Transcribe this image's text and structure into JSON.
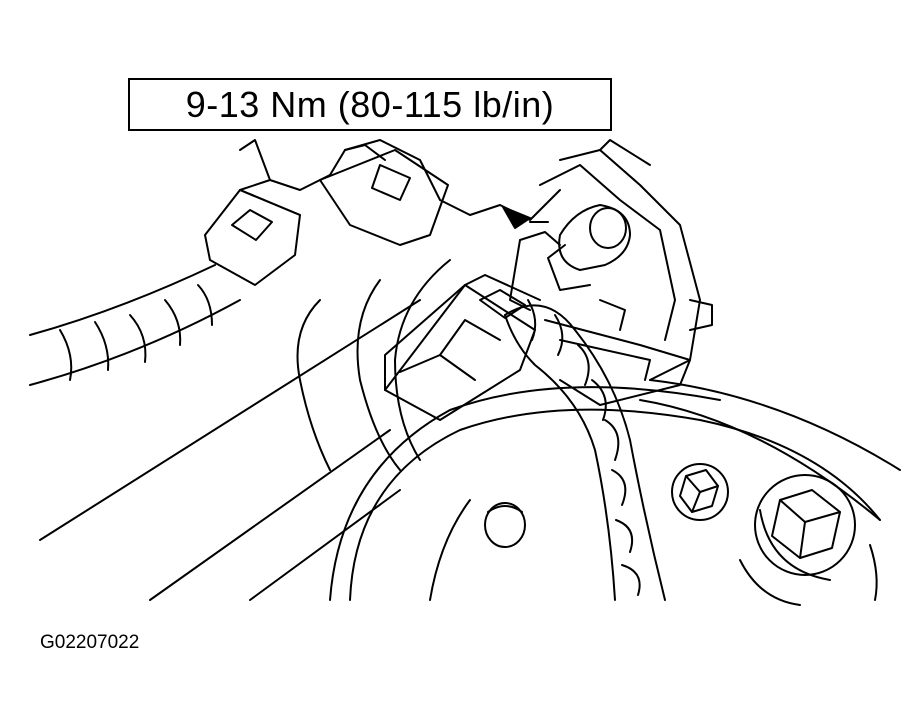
{
  "callout": {
    "torque_spec": "9-13 Nm (80-115 lb/in)"
  },
  "figure": {
    "code": "G02207022"
  },
  "colors": {
    "ink": "#000000",
    "paper": "#ffffff"
  },
  "icons": [
    "arrow-pointer"
  ]
}
